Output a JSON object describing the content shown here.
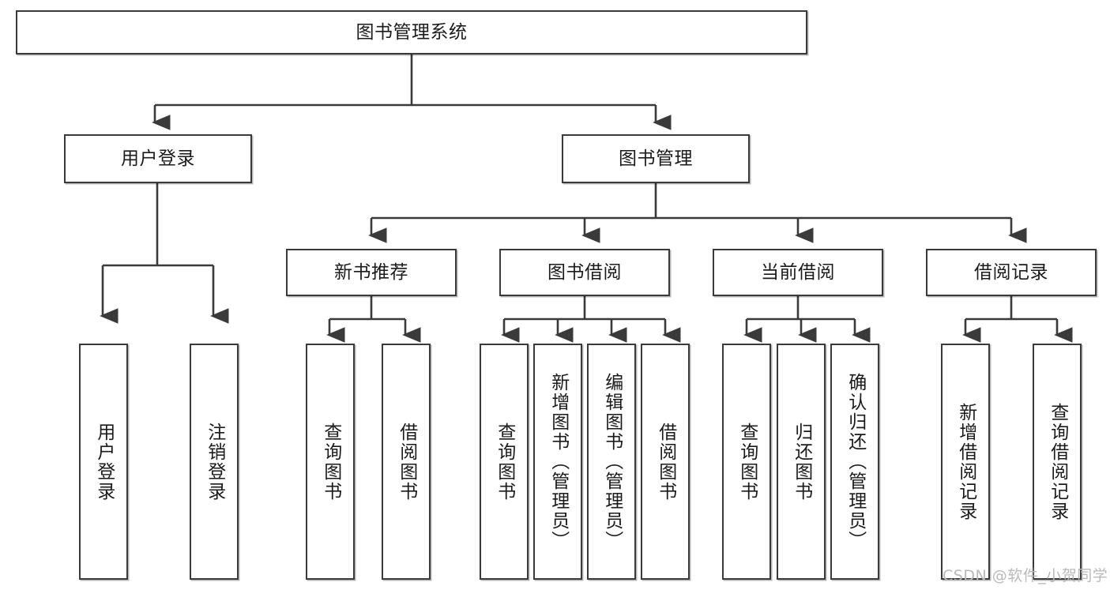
{
  "diagram": {
    "type": "tree-hierarchy-chart",
    "title": "图书管理系统",
    "stroke_color": "#3a3a3a",
    "background_color": "#ffffff",
    "watermark": "CSDN @软件_小贺同学",
    "nodes": {
      "root": {
        "label": "图书管理系统"
      },
      "level2": [
        {
          "id": "user-login",
          "label": "用户登录"
        },
        {
          "id": "book-manage",
          "label": "图书管理"
        }
      ],
      "level3": [
        {
          "id": "new-book-recommend",
          "label": "新书推荐"
        },
        {
          "id": "book-borrow",
          "label": "图书借阅"
        },
        {
          "id": "current-borrow",
          "label": "当前借阅"
        },
        {
          "id": "borrow-record",
          "label": "借阅记录"
        }
      ],
      "leaves": [
        {
          "id": "leaf-user-login",
          "parent": "user-login",
          "label": "用户登录"
        },
        {
          "id": "leaf-user-logout",
          "parent": "user-login",
          "label": "注销登录"
        },
        {
          "id": "leaf-query-book-1",
          "parent": "new-book-recommend",
          "label": "查询图书"
        },
        {
          "id": "leaf-borrow-book-1",
          "parent": "new-book-recommend",
          "label": "借阅图书"
        },
        {
          "id": "leaf-query-book-2",
          "parent": "book-borrow",
          "label": "查询图书"
        },
        {
          "id": "leaf-add-book",
          "parent": "book-borrow",
          "label": "新增图书（管理员）"
        },
        {
          "id": "leaf-edit-book",
          "parent": "book-borrow",
          "label": "编辑图书（管理员）"
        },
        {
          "id": "leaf-borrow-book-2",
          "parent": "book-borrow",
          "label": "借阅图书"
        },
        {
          "id": "leaf-query-book-3",
          "parent": "current-borrow",
          "label": "查询图书"
        },
        {
          "id": "leaf-return-book",
          "parent": "current-borrow",
          "label": "归还图书"
        },
        {
          "id": "leaf-confirm-return",
          "parent": "current-borrow",
          "label": "确认归还（管理员）"
        },
        {
          "id": "leaf-add-record",
          "parent": "borrow-record",
          "label": "新增借阅记录"
        },
        {
          "id": "leaf-query-record",
          "parent": "borrow-record",
          "label": "查询借阅记录"
        }
      ]
    }
  }
}
